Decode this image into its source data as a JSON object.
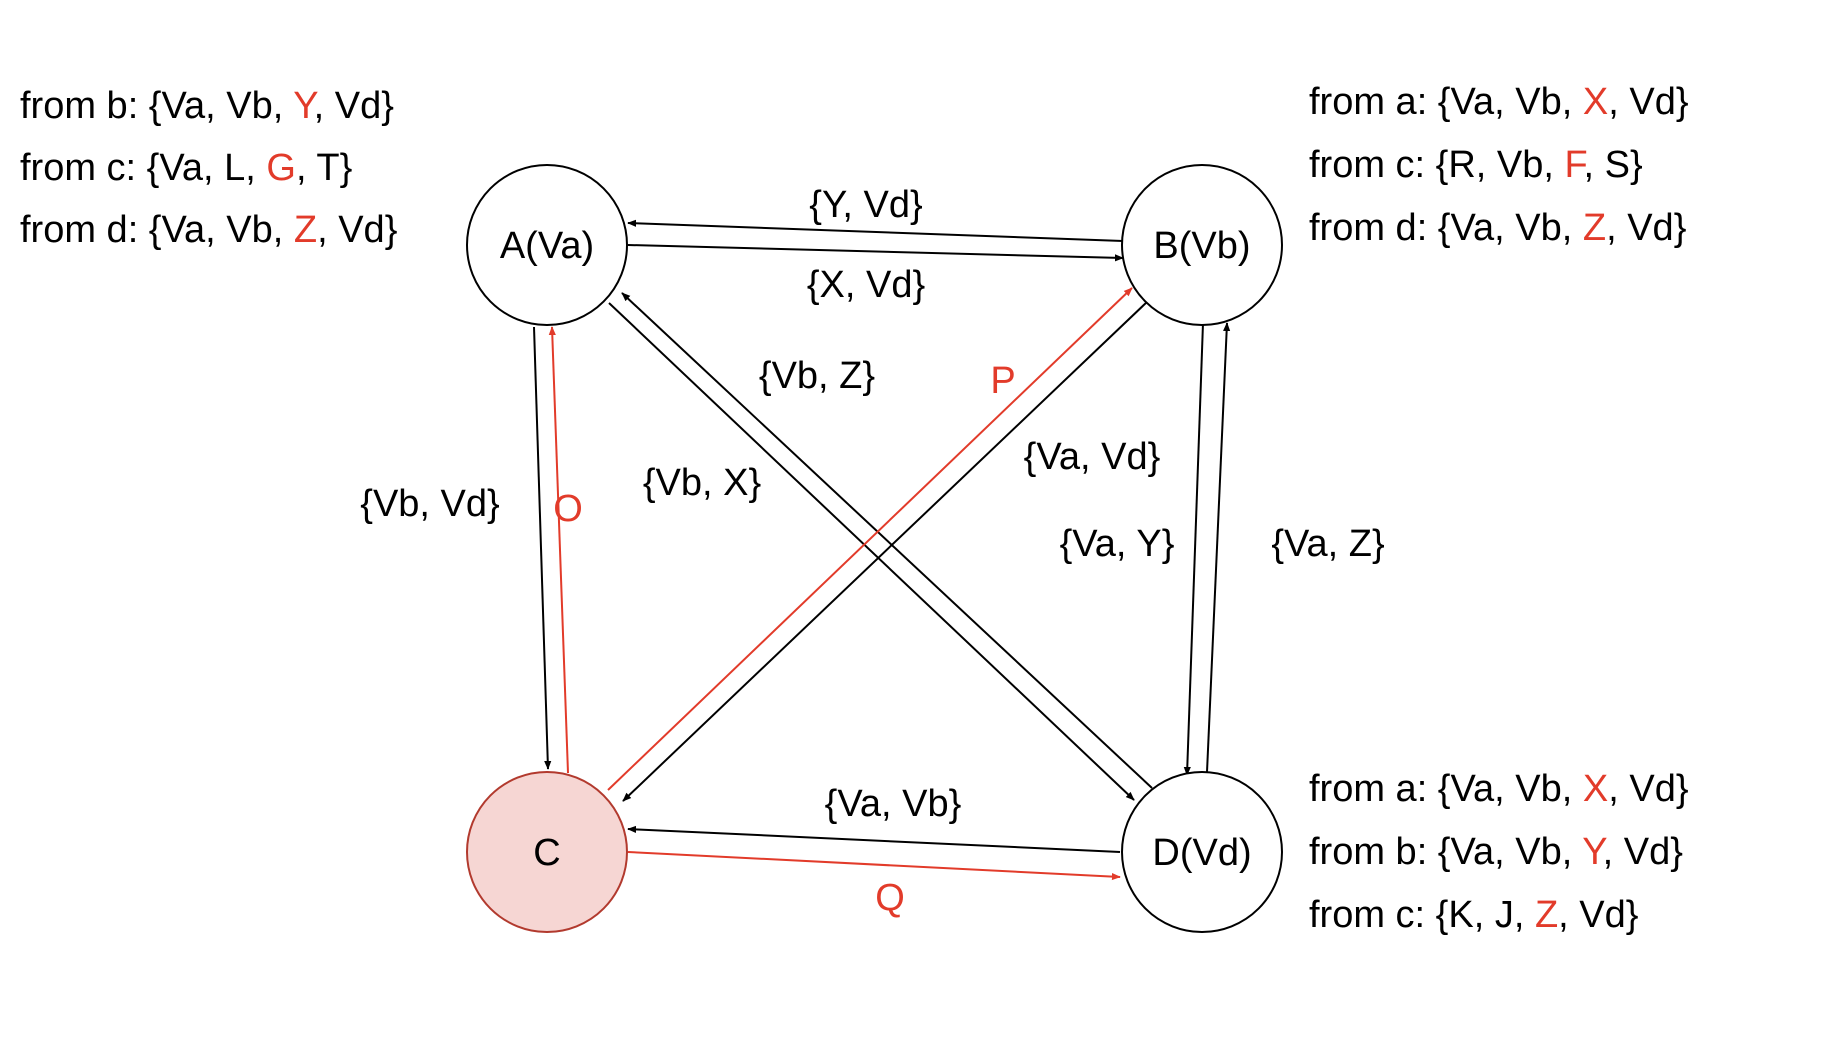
{
  "colors": {
    "black": "#000000",
    "red": "#e23b2a",
    "faulty_fill": "#f6d6d3",
    "faulty_stroke": "#b23a2e"
  },
  "nodes": [
    {
      "id": "A",
      "label": "A(Va)"
    },
    {
      "id": "B",
      "label": "B(Vb)"
    },
    {
      "id": "C",
      "label": "C",
      "faulty": true
    },
    {
      "id": "D",
      "label": "D(Vd)"
    }
  ],
  "edges": [
    {
      "id": "b-to-a",
      "from": "B",
      "to": "A",
      "label": "{Y, Vd}",
      "color": "black"
    },
    {
      "id": "a-to-b",
      "from": "A",
      "to": "B",
      "label": "{X, Vd}",
      "color": "black"
    },
    {
      "id": "a-to-c",
      "from": "A",
      "to": "C",
      "label": "{Vb, Vd}",
      "color": "black"
    },
    {
      "id": "c-to-a",
      "from": "C",
      "to": "A",
      "label": "O",
      "color": "red"
    },
    {
      "id": "d-to-a",
      "from": "D",
      "to": "A",
      "label": "{Vb, Z}",
      "color": "black"
    },
    {
      "id": "a-to-d",
      "from": "A",
      "to": "D",
      "label": "{Vb, X}",
      "color": "black"
    },
    {
      "id": "c-to-b",
      "from": "C",
      "to": "B",
      "label": "P",
      "color": "red"
    },
    {
      "id": "b-to-c",
      "from": "B",
      "to": "C",
      "label": "{Va, Vd}",
      "color": "black"
    },
    {
      "id": "b-to-d",
      "from": "B",
      "to": "D",
      "label": "{Va, Y}",
      "color": "black"
    },
    {
      "id": "d-to-b",
      "from": "D",
      "to": "B",
      "label": "{Va, Z}",
      "color": "black"
    },
    {
      "id": "d-to-c",
      "from": "D",
      "to": "C",
      "label": "{Va, Vb}",
      "color": "black"
    },
    {
      "id": "c-to-d",
      "from": "C",
      "to": "D",
      "label": "Q",
      "color": "red"
    }
  ],
  "received": {
    "A": [
      {
        "prefix": "from b: {Va, Vb, ",
        "highlight": "Y",
        "suffix": ", Vd}"
      },
      {
        "prefix": "from c: {Va, L, ",
        "highlight": "G",
        "suffix": ", T}"
      },
      {
        "prefix": "from d: {Va, Vb, ",
        "highlight": "Z",
        "suffix": ", Vd}"
      }
    ],
    "B": [
      {
        "prefix": "from a: {Va, Vb, ",
        "highlight": "X",
        "suffix": ", Vd}"
      },
      {
        "prefix": "from c: {R, Vb, ",
        "highlight": "F",
        "suffix": ", S}"
      },
      {
        "prefix": "from d: {Va, Vb, ",
        "highlight": "Z",
        "suffix": ", Vd}"
      }
    ],
    "D": [
      {
        "prefix": "from a: {Va, Vb, ",
        "highlight": "X",
        "suffix": ", Vd}"
      },
      {
        "prefix": "from b: {Va, Vb, ",
        "highlight": "Y",
        "suffix": ", Vd}"
      },
      {
        "prefix": "from c: {K, J, ",
        "highlight": "Z",
        "suffix": ", Vd}"
      }
    ]
  }
}
